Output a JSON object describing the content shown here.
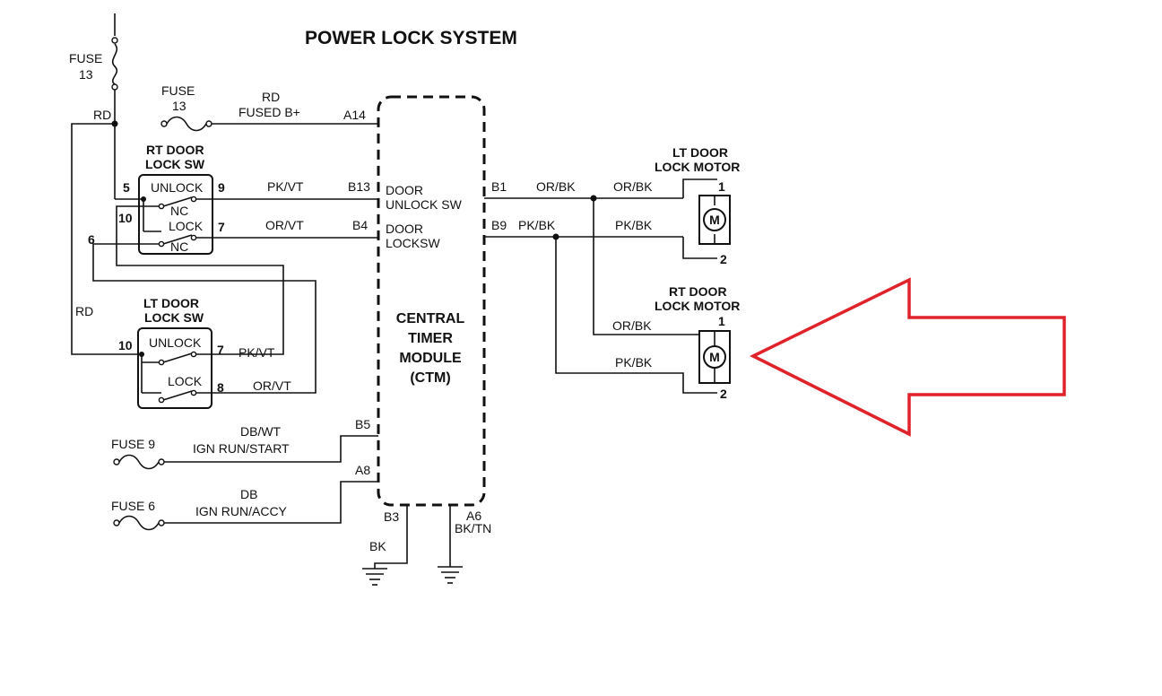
{
  "title": "POWER LOCK SYSTEM",
  "fuses": {
    "fuse13_top": {
      "line1": "FUSE",
      "line2": "13"
    },
    "fuse13_mid": {
      "line1": "FUSE",
      "line2": "13"
    },
    "fuse9": "FUSE 9",
    "fuse6": "FUSE 6"
  },
  "wires": {
    "rd_top": "RD",
    "rd_left": "RD",
    "rd_fused_1": "RD",
    "rd_fused_2": "FUSED B+",
    "pk_vt_1": "PK/VT",
    "or_vt_1": "OR/VT",
    "pk_vt_2": "PK/VT",
    "or_vt_2": "OR/VT",
    "db_wt": "DB/WT",
    "ign_run_start": "IGN RUN/START",
    "db": "DB",
    "ign_run_accy": "IGN RUN/ACCY",
    "bk": "BK",
    "or_bk_1": "OR/BK",
    "or_bk_2": "OR/BK",
    "pk_bk_1": "PK/BK",
    "pk_bk_2": "PK/BK",
    "or_bk_3": "OR/BK",
    "pk_bk_3": "PK/BK"
  },
  "ctm": {
    "line1": "CENTRAL",
    "line2": "TIMER",
    "line3": "MODULE",
    "line4": "(CTM)",
    "door_unlock_1": "DOOR",
    "door_unlock_2": "UNLOCK SW",
    "door_lock_1": "DOOR",
    "door_lock_2": "LOCKSW"
  },
  "pins": {
    "a14": "A14",
    "b13": "B13",
    "b4": "B4",
    "b5": "B5",
    "a8": "A8",
    "b3": "B3",
    "a6": "A6",
    "a6_wire": "BK/TN",
    "b1": "B1",
    "b9": "B9"
  },
  "rt_door_lock_sw": {
    "line1": "RT DOOR",
    "line2": "LOCK SW",
    "unlock": "UNLOCK",
    "nc1": "NC",
    "lock": "LOCK",
    "nc2": "NC",
    "pin5": "5",
    "pin9": "9",
    "pin10": "10",
    "pin7": "7",
    "pin6": "6"
  },
  "lt_door_lock_sw": {
    "line1": "LT DOOR",
    "line2": "LOCK SW",
    "unlock": "UNLOCK",
    "lock": "LOCK",
    "pin10": "10",
    "pin7": "7",
    "pin8": "8"
  },
  "lt_motor": {
    "line1": "LT DOOR",
    "line2": "LOCK MOTOR",
    "pin1": "1",
    "pin2": "2",
    "m": "M"
  },
  "rt_motor": {
    "line1": "RT DOOR",
    "line2": "LOCK MOTOR",
    "pin1": "1",
    "pin2": "2",
    "m": "M"
  },
  "colors": {
    "ink": "#111111",
    "arrow": "#e0232b",
    "background": "#ffffff"
  }
}
